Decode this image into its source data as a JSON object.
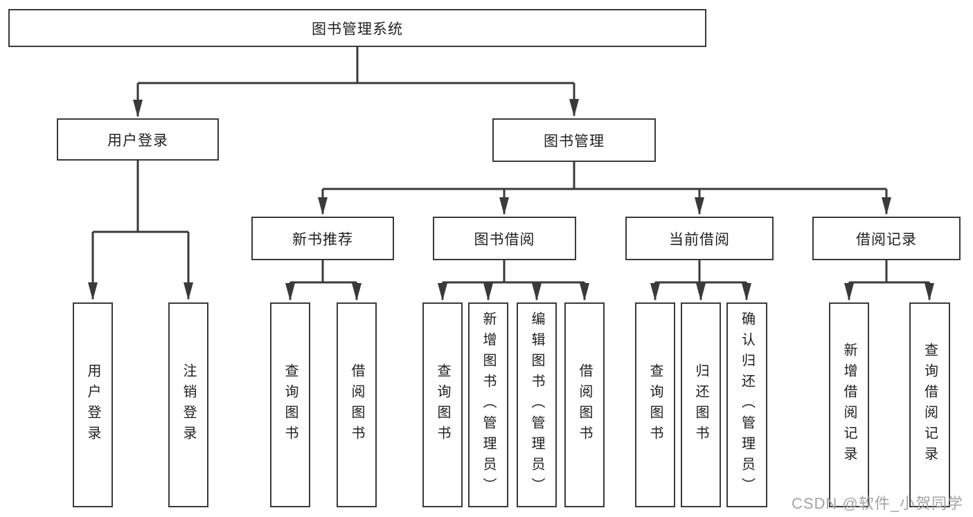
{
  "tree": {
    "root": {
      "label": "图书管理系统"
    },
    "level2": [
      {
        "label": "用户登录",
        "children": [
          {
            "label": "用户登录"
          },
          {
            "label": "注销登录"
          }
        ]
      },
      {
        "label": "图书管理",
        "children": [
          {
            "label": "新书推荐",
            "children": [
              {
                "label": "查询图书"
              },
              {
                "label": "借阅图书"
              }
            ]
          },
          {
            "label": "图书借阅",
            "children": [
              {
                "label": "查询图书"
              },
              {
                "label": "新增图书（管理员）"
              },
              {
                "label": "编辑图书（管理员）"
              },
              {
                "label": "借阅图书"
              }
            ]
          },
          {
            "label": "当前借阅",
            "children": [
              {
                "label": "查询图书"
              },
              {
                "label": "归还图书"
              },
              {
                "label": "确认归还（管理员）"
              }
            ]
          },
          {
            "label": "借阅记录",
            "children": [
              {
                "label": "新增借阅记录"
              },
              {
                "label": "查询借阅记录"
              }
            ]
          }
        ]
      }
    ]
  },
  "watermark": "CSDN @软件_小贺同学",
  "colors": {
    "line": "#3a3a3a",
    "box_border": "#3a3a3a",
    "text": "#1f1f1f",
    "watermark": "#a3a3a3",
    "background": "#ffffff"
  }
}
